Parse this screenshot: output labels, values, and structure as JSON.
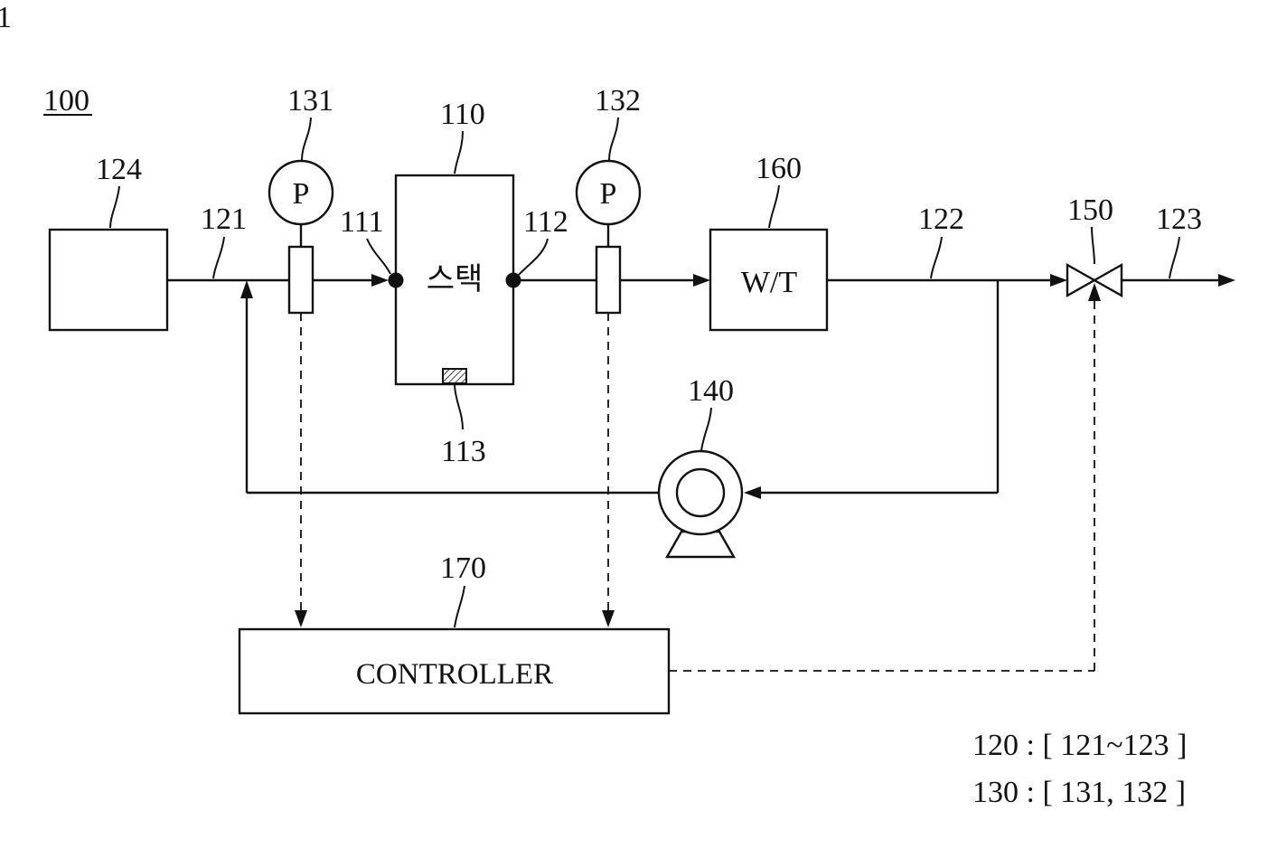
{
  "labels": {
    "system": "100",
    "source": "124",
    "line_in": "121",
    "sensor_in": "131",
    "inlet": "111",
    "stack_ref": "110",
    "outlet": "112",
    "sensor_out": "132",
    "stack_part": "113",
    "tank_ref": "160",
    "line_out": "122",
    "valve": "150",
    "line_exit": "123",
    "pump": "140",
    "controller_ref": "170"
  },
  "sensor_symbol": "P",
  "stack_text": "스택",
  "tank_text": "W/T",
  "controller_text": "CONTROLLER",
  "legend": [
    "120 : [ 121~123 ]",
    "130 : [ 131, 132 ]"
  ],
  "corner_mark": "1"
}
